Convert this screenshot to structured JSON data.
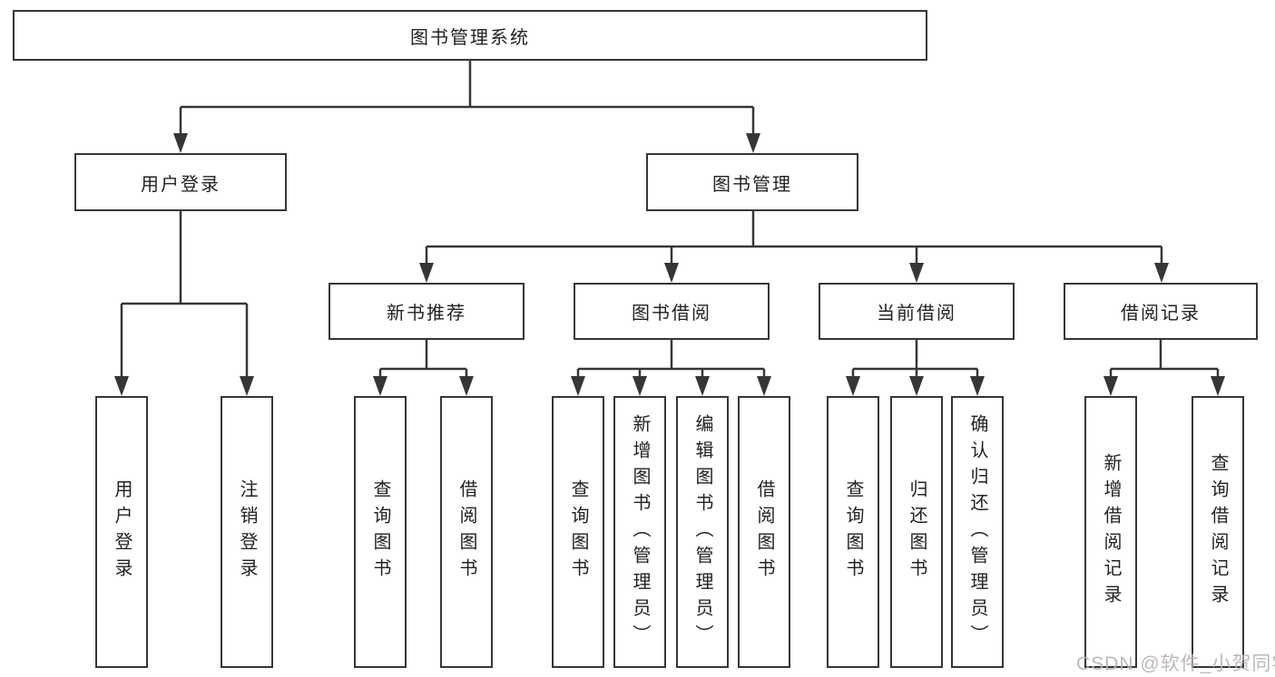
{
  "diagram": {
    "root": {
      "label": "图书管理系统"
    },
    "branches": [
      {
        "label": "用户登录",
        "children": [
          {
            "label": "用户登录"
          },
          {
            "label": "注销登录"
          }
        ]
      },
      {
        "label": "图书管理",
        "children": [
          {
            "label": "新书推荐",
            "children": [
              {
                "label": "查询图书"
              },
              {
                "label": "借阅图书"
              }
            ]
          },
          {
            "label": "图书借阅",
            "children": [
              {
                "label": "查询图书"
              },
              {
                "label": "新增图书（管理员）"
              },
              {
                "label": "编辑图书（管理员）"
              },
              {
                "label": "借阅图书"
              }
            ]
          },
          {
            "label": "当前借阅",
            "children": [
              {
                "label": "查询图书"
              },
              {
                "label": "归还图书"
              },
              {
                "label": "确认归还（管理员）"
              }
            ]
          },
          {
            "label": "借阅记录",
            "children": [
              {
                "label": "新增借阅记录"
              },
              {
                "label": "查询借阅记录"
              }
            ]
          }
        ]
      }
    ]
  },
  "watermark": {
    "text": "CSDN @软件_小贺同学"
  },
  "colors": {
    "line": "#363636",
    "box_border": "#363636",
    "text": "#222222",
    "background": "#ffffff",
    "watermark": "#bab2b2"
  }
}
